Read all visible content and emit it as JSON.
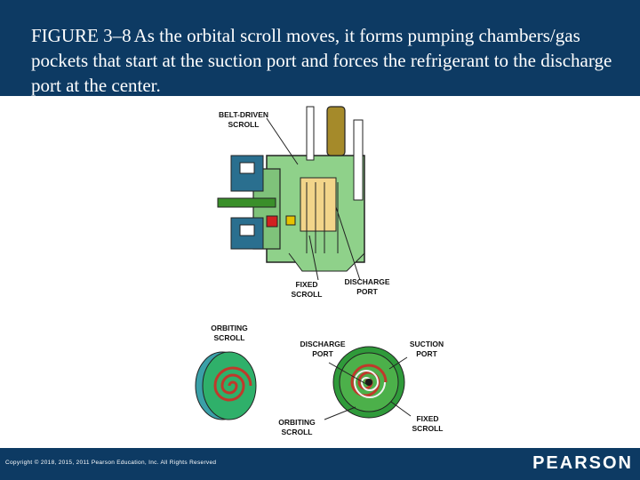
{
  "header": {
    "figure_label": "FIGURE 3–8",
    "caption": "As the orbital scroll moves, it forms pumping chambers/gas pockets that start at the suction port and forces the refrigerant to the discharge port at the center."
  },
  "diagram_labels": {
    "belt_driven_scroll": [
      "BELT-DRIVEN",
      "SCROLL"
    ],
    "fixed_scroll_top": [
      "FIXED",
      "SCROLL"
    ],
    "discharge_port_top": [
      "DISCHARGE",
      "PORT"
    ],
    "orbiting_scroll_left": [
      "ORBITING",
      "SCROLL"
    ],
    "discharge_port_bottom": [
      "DISCHARGE",
      "PORT"
    ],
    "suction_port": [
      "SUCTION",
      "PORT"
    ],
    "orbiting_scroll_bottom": [
      "ORBITING",
      "SCROLL"
    ],
    "fixed_scroll_bottom": [
      "FIXED",
      "SCROLL"
    ]
  },
  "footer": {
    "copyright": "Copyright © 2018, 2015, 2011 Pearson Education, Inc. All Rights Reserved",
    "brand": "PEARSON"
  },
  "colors": {
    "navy": "#0d3a63",
    "housing_green": "#8fd18a",
    "scroll_green": "#2f9a3a",
    "bronze": "#a58a2a",
    "blue_part": "#2a6f8f",
    "red_spiral": "#c0392b"
  }
}
